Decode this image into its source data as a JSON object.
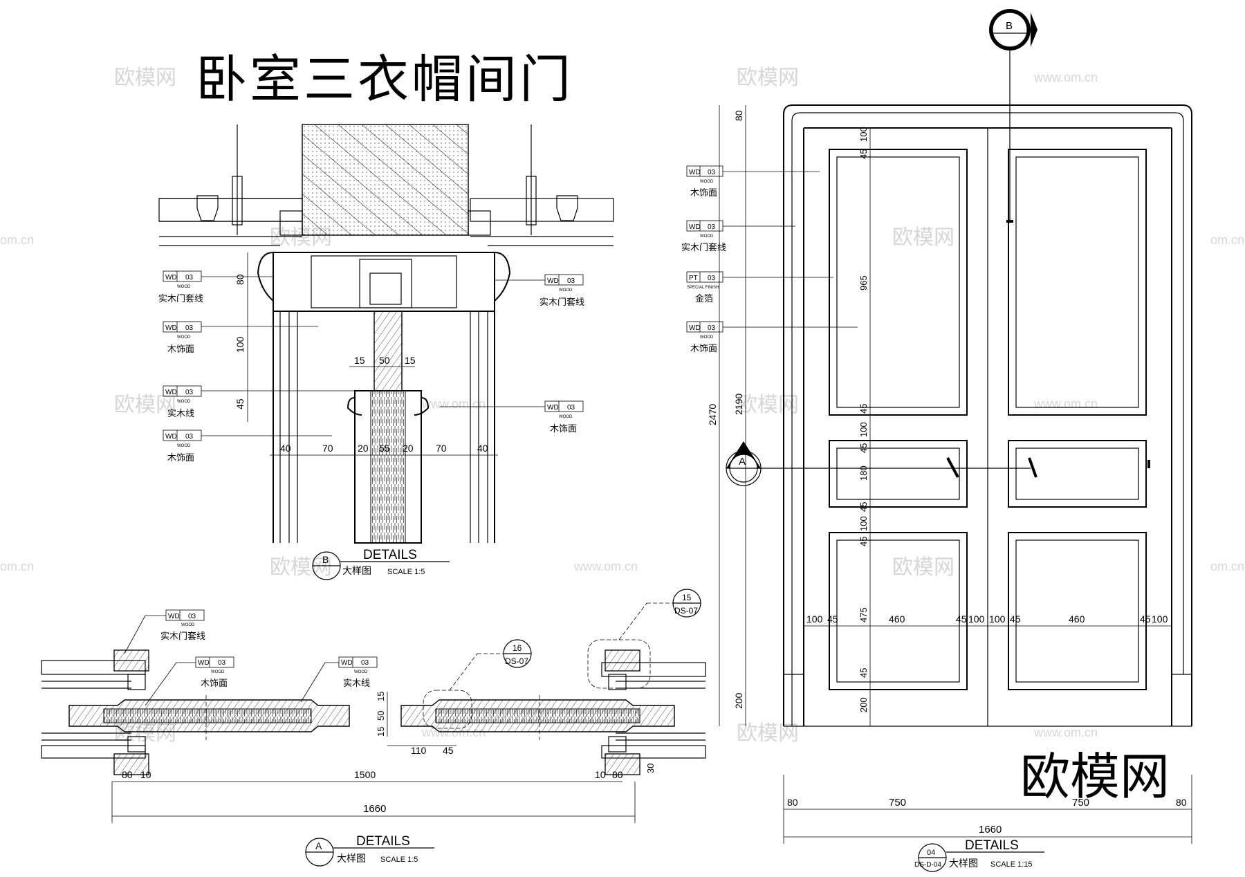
{
  "title": "卧室三衣帽间门",
  "colors": {
    "ink": "#000000",
    "watermark": "#d6d6d6",
    "paper": "#ffffff"
  },
  "watermarks": {
    "cn": "欧模网",
    "url": "www.om.cn",
    "short": "om.cn"
  },
  "tag": {
    "code_wd": "WD",
    "code_pt": "PT",
    "num": "03",
    "wood": "WOOD",
    "special": "SPECIAL FINISH"
  },
  "materials": {
    "solid_casing": "实木门套线",
    "wood_finish": "木饰面",
    "solid_line": "实木线",
    "gold_leaf": "金箔"
  },
  "details": {
    "b": {
      "mark": "B",
      "title": "DETAILS",
      "sub": "大样图",
      "scale": "SCALE  1:5"
    },
    "a": {
      "mark": "A",
      "title": "DETAILS",
      "sub": "大样图",
      "scale": "SCALE  1:5"
    },
    "elev": {
      "mark": "04",
      "ref": "DS-D-04",
      "title": "DETAILS",
      "sub": "大样图",
      "scale": "SCALE  1:15"
    }
  },
  "callouts": {
    "c16": "16",
    "c15": "15",
    "ref": "DS-07"
  },
  "section_marks": {
    "a": "A",
    "b": "B"
  },
  "dims": {
    "b_vert": [
      "80",
      "100",
      "45"
    ],
    "b_top": [
      "15",
      "50",
      "15"
    ],
    "b_bottom": [
      "40",
      "70",
      "20",
      "55",
      "20",
      "70",
      "40"
    ],
    "a_small": [
      "80",
      "10",
      "1500",
      "10",
      "80"
    ],
    "a_total": "1660",
    "a_vert": [
      "15",
      "50",
      "15"
    ],
    "a_mid": [
      "110",
      "45"
    ],
    "a_right": "30",
    "e_left": [
      "80",
      "2190",
      "2470",
      "200"
    ],
    "e_inner": [
      "45",
      "100",
      "965",
      "45",
      "100",
      "45",
      "180",
      "45",
      "100",
      "45",
      "475",
      "45",
      "200"
    ],
    "e_horiz": [
      "100",
      "45",
      "460",
      "45",
      "100",
      "100",
      "45",
      "460",
      "45",
      "100"
    ],
    "e_bottom": [
      "80",
      "750",
      "750",
      "80"
    ],
    "e_total": "1660"
  }
}
